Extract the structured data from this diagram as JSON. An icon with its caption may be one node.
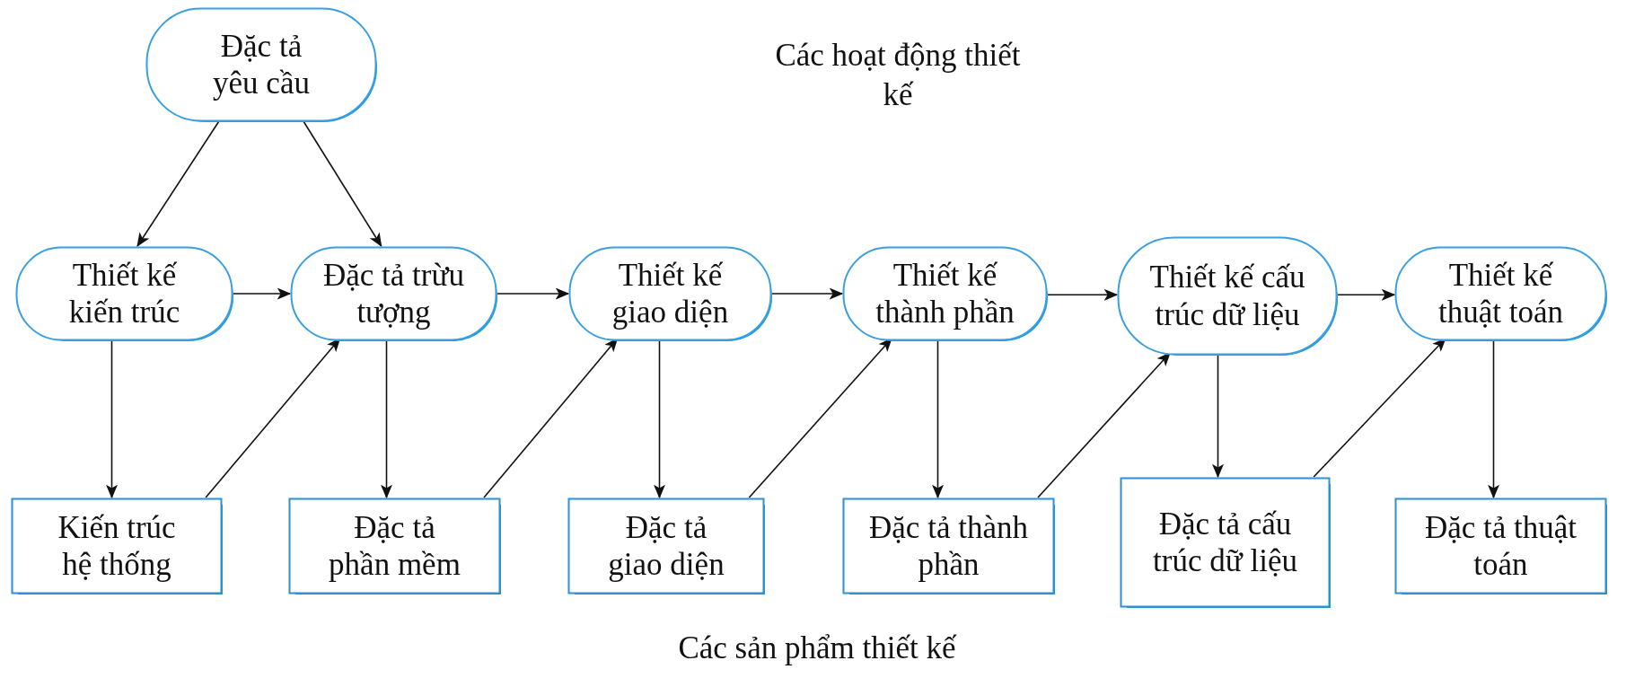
{
  "diagram": {
    "nodes": [
      {
        "text": [
          "Đặc tả yêu cầu"
        ]
      },
      {
        "text": [
          "Thiết kế kiến trúc"
        ]
      },
      {
        "text": [
          "Đặc tả trừu tượng"
        ]
      },
      {
        "text": [
          "Thiết kế giao diện"
        ]
      },
      {
        "text": [
          "Thiết kế thành phần"
        ]
      },
      {
        "text": [
          "Thiết kế cấu trúc dữ liệu"
        ]
      },
      {
        "text": [
          "Thiết kế thuật toán"
        ]
      },
      {
        "text": [
          "Kiến trúc hệ thống"
        ]
      },
      {
        "text": [
          "Đặc tả phần mềm"
        ]
      },
      {
        "text": [
          "Đặc tả giao diện"
        ]
      },
      {
        "text": [
          "Đặc tả thành phần"
        ]
      },
      {
        "text": [
          "Đặc tả cấu trúc dữ liệu"
        ]
      },
      {
        "text": [
          "Đặc tả thuật toán"
        ]
      }
    ],
    "edges": [
      {
        "from": 0,
        "to": 1,
        "arrow": "to"
      },
      {
        "from": 0,
        "to": 2,
        "arrow": "to"
      },
      {
        "from": 1,
        "to": 2,
        "arrow": "to"
      },
      {
        "from": 2,
        "to": 3,
        "arrow": "to"
      },
      {
        "from": 3,
        "to": 4,
        "arrow": "to"
      },
      {
        "from": 4,
        "to": 5,
        "arrow": "to"
      },
      {
        "from": 5,
        "to": 6,
        "arrow": "to"
      },
      {
        "from": 1,
        "to": 7,
        "arrow": "to"
      },
      {
        "from": 2,
        "to": 8,
        "arrow": "to"
      },
      {
        "from": 3,
        "to": 9,
        "arrow": "to"
      },
      {
        "from": 4,
        "to": 10,
        "arrow": "to"
      },
      {
        "from": 5,
        "to": 11,
        "arrow": "to"
      },
      {
        "from": 6,
        "to": 12,
        "arrow": "to"
      },
      {
        "from": 7,
        "to": 2,
        "arrow": "to"
      },
      {
        "from": 8,
        "to": 3,
        "arrow": "to"
      },
      {
        "from": 9,
        "to": 4,
        "arrow": "to"
      },
      {
        "from": 10,
        "to": 5,
        "arrow": "to"
      },
      {
        "from": 11,
        "to": 6,
        "arrow": "to"
      }
    ],
    "labels": [
      "Các hoạt động thiết kế",
      "Các sản phẩm thiết kế"
    ]
  }
}
